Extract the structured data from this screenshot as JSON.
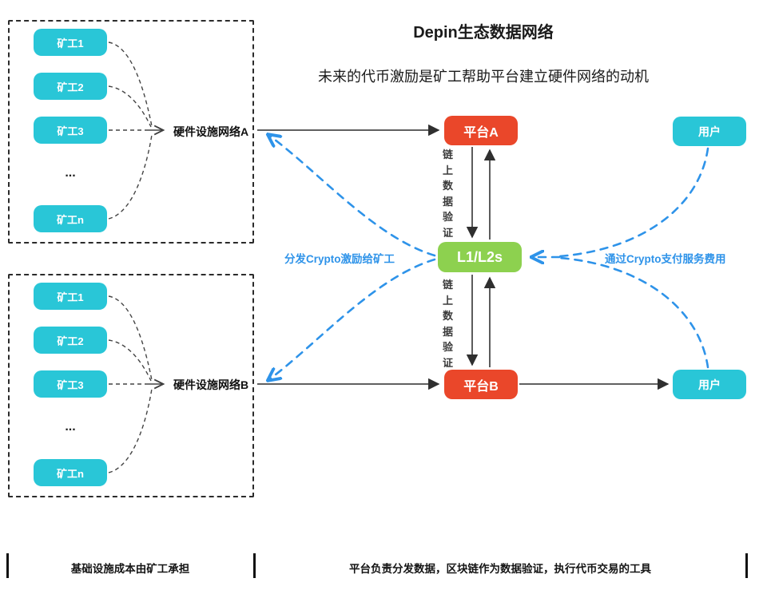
{
  "title": "Depin生态数据网络",
  "subtitle": "未来的代币激励是矿工帮助平台建立硬件网络的动机",
  "colors": {
    "miner_teal": "#29C6D7",
    "platform_red": "#EA472A",
    "chain_green": "#8DD14F",
    "edge_blue": "#2E93E9",
    "line_dark": "#3f3f3f"
  },
  "groups": {
    "a": {
      "network_label": "硬件设施网络A",
      "miners": [
        "矿工1",
        "矿工2",
        "矿工3",
        "矿工n"
      ],
      "ellipsis": "..."
    },
    "b": {
      "network_label": "硬件设施网络B",
      "miners": [
        "矿工1",
        "矿工2",
        "矿工3",
        "矿工n"
      ],
      "ellipsis": "..."
    }
  },
  "nodes": {
    "platform_a": "平台A",
    "platform_b": "平台B",
    "l1l2s": "L1/L2s",
    "user_top": "用户",
    "user_bottom": "用户"
  },
  "edges": {
    "onchain_label": "链上数据验证",
    "incentive_label": "分发Crypto激励给矿工",
    "payment_label": "通过Crypto支付服务费用"
  },
  "footer": {
    "left_note": "基础设施成本由矿工承担",
    "right_note": "平台负责分发数据，区块链作为数据验证，执行代币交易的工具"
  }
}
